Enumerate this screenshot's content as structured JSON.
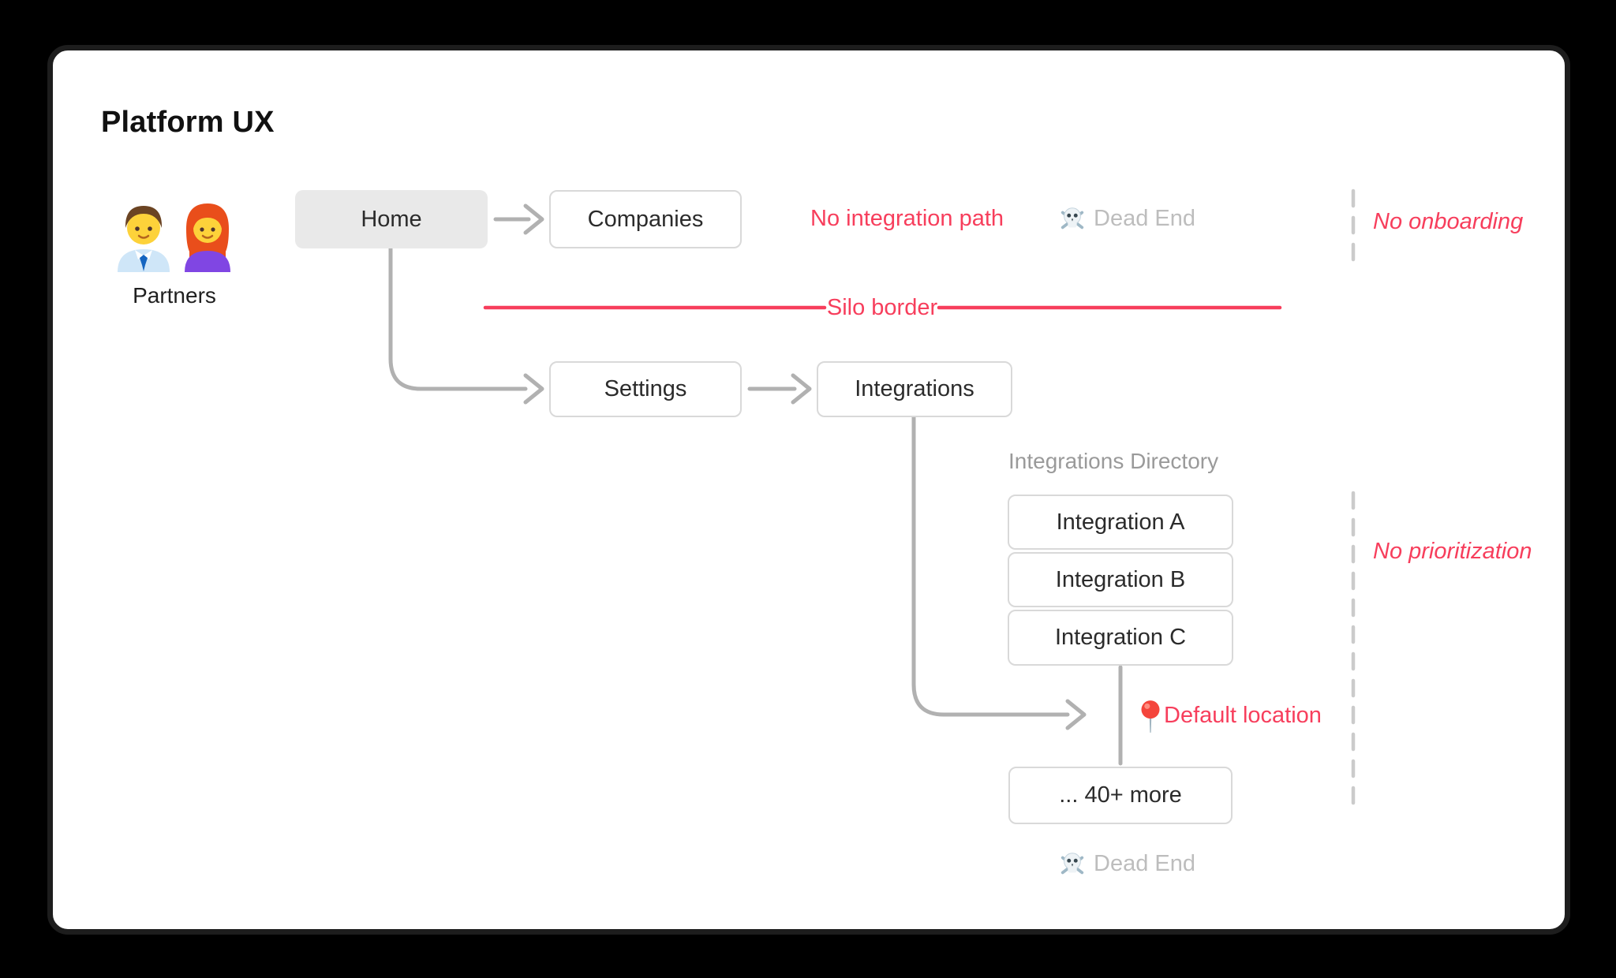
{
  "title": "Platform UX",
  "partners": {
    "label": "Partners",
    "icons": [
      "man-office-worker-emoji",
      "woman-red-hair-emoji"
    ]
  },
  "nodes": {
    "home": "Home",
    "companies": "Companies",
    "settings": "Settings",
    "integrations": "Integrations",
    "more": "... 40+ more"
  },
  "directory": {
    "label": "Integrations Directory",
    "items": [
      "Integration A",
      "Integration B",
      "Integration C"
    ]
  },
  "annotations": {
    "no_integration_path": "No integration path",
    "dead_end_top": "Dead End",
    "no_onboarding": "No onboarding",
    "silo_border": "Silo border",
    "no_prioritization": "No prioritization",
    "default_location": "Default location",
    "dead_end_bottom": "Dead End"
  },
  "icons": {
    "skull": "skull-and-crossbones-emoji",
    "pin": "round-pushpin-emoji"
  },
  "colors": {
    "accent_red": "#f73e5c",
    "arrow_gray": "#b1b1b1",
    "box_border": "#d9d9d9",
    "home_fill": "#e9e9e9",
    "dead_end_gray": "#bdbdbd",
    "directory_label_gray": "#9a9a9a",
    "dashed_gray": "#cbcbcb",
    "frame_black": "#1d1d1d"
  }
}
